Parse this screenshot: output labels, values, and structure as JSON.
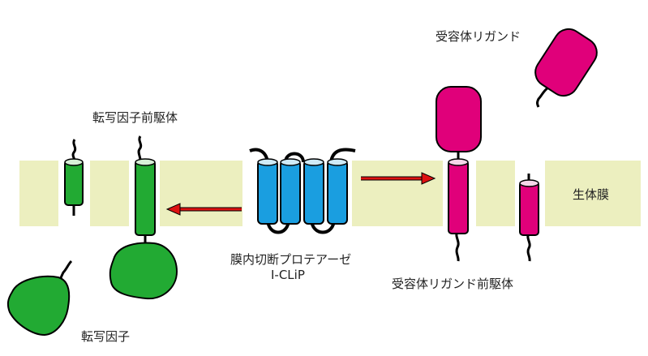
{
  "labels": {
    "tf_precursor": "転写因子前駆体",
    "tf": "転写因子",
    "protease_line1": "膜内切断プロテアーゼ",
    "protease_line2": "I-CLiP",
    "ligand_precursor": "受容体リガンド前駆体",
    "ligand": "受容体リガンド",
    "membrane": "生体膜"
  },
  "colors": {
    "membrane": "#ecefbf",
    "tf_green": "#22aa33",
    "protease_blue": "#1a9ee0",
    "ligand_magenta": "#e0007a",
    "arrow_red": "#dd1111"
  }
}
